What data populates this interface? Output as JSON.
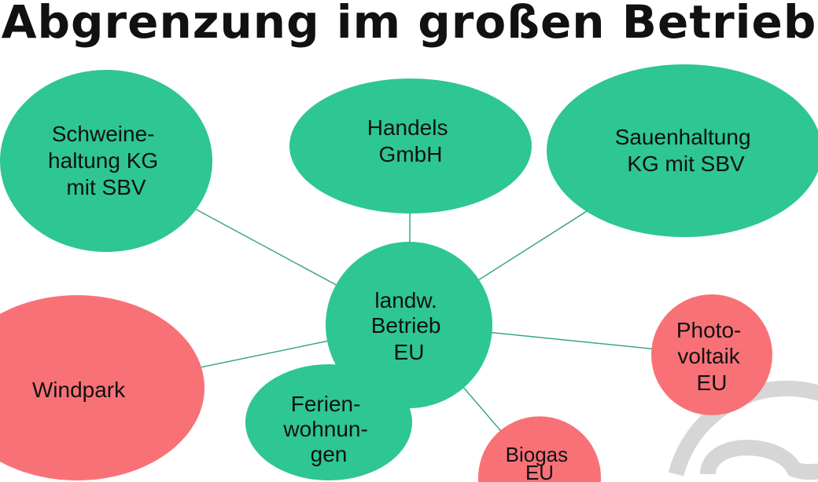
{
  "title": "Abgrenzung im großen Betrieb",
  "colors": {
    "green": "#2ec692",
    "red": "#f87177",
    "line": "#3aa583"
  },
  "nodes": {
    "center": {
      "lines": [
        "landw.",
        "Betrieb",
        "EU"
      ],
      "color": "green"
    },
    "schweinehaltung": {
      "lines": [
        "Schweine-",
        "haltung KG",
        "mit SBV"
      ],
      "color": "green"
    },
    "handels": {
      "lines": [
        "Handels",
        "GmbH"
      ],
      "color": "green"
    },
    "sauenhaltung": {
      "lines": [
        "Sauenhaltung",
        "KG mit SBV"
      ],
      "color": "green"
    },
    "windpark": {
      "lines": [
        "Windpark"
      ],
      "color": "red"
    },
    "photovoltaik": {
      "lines": [
        "Photo-",
        "voltaik",
        "EU"
      ],
      "color": "red"
    },
    "ferienwohnungen": {
      "lines": [
        "Ferien-",
        "wohnun-",
        "gen"
      ],
      "color": "green"
    },
    "biogas": {
      "lines": [
        "Biogas",
        "EU"
      ],
      "color": "red"
    }
  }
}
